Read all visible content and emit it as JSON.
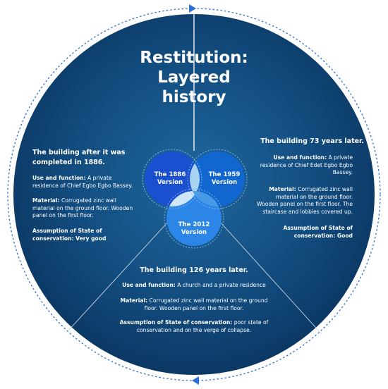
{
  "title": {
    "line1": "Restitution:",
    "line2": "Layered history"
  },
  "venn": {
    "v1886": {
      "line1": "The 1886",
      "line2": "Version"
    },
    "v1959": {
      "line1": "The 1959",
      "line2": "Version"
    },
    "v2012": {
      "line1": "The 2012",
      "line2": "Version"
    }
  },
  "left": {
    "heading_line1": "The building after it was",
    "heading_line2": "completed in 1886.",
    "use_label": "Use and function:",
    "use_l1": "A private",
    "use_l2": "residence of Chief Egbo Egbo Bassey.",
    "material_label": "Material:",
    "material_l1": "Corrugated zinc wall",
    "material_l2": "material on the ground floor. Wooden",
    "material_l3": "panel on the first floor.",
    "assumption_l1": "Assumption of State of",
    "assumption_l2": "conservation: Very good"
  },
  "right": {
    "heading": "The building 73 years later.",
    "use_label": "Use and function:",
    "use_l1": "A private",
    "use_l2": "residence of Chief Edet Egbo Egbo",
    "use_l3": "Bassey.",
    "material_label": "Material:",
    "material_l1": "Corrugated zinc wall",
    "material_l2": "material on the ground floor.",
    "material_l3": "Wooden panel on the first floor. The",
    "material_l4": "staircase and lobbies covered up.",
    "assumption_l1": "Assumption of State of",
    "assumption_l2": "conservation: Good"
  },
  "bottom": {
    "heading": "The building 126 years later.",
    "use_label": "Use and function:",
    "use_text": "A church and a private residence",
    "material_label": "Material:",
    "material_l1": "Corrugated zinc wall material on the ground",
    "material_l2": "floor. Wooden panel on the first floor.",
    "assumption_label": "Assumption of State of conservation:",
    "assumption_l1": "poor state of",
    "assumption_l2": "conservation and on the verge of collapse."
  },
  "colors": {
    "circle_center": "#1b5a8e",
    "circle_edge": "#0a3a66",
    "outer_ring": "#2b6fd6",
    "venn_1886": "#1a4fd0",
    "venn_1959": "#1266cf",
    "venn_2012": "#2b86e8"
  }
}
